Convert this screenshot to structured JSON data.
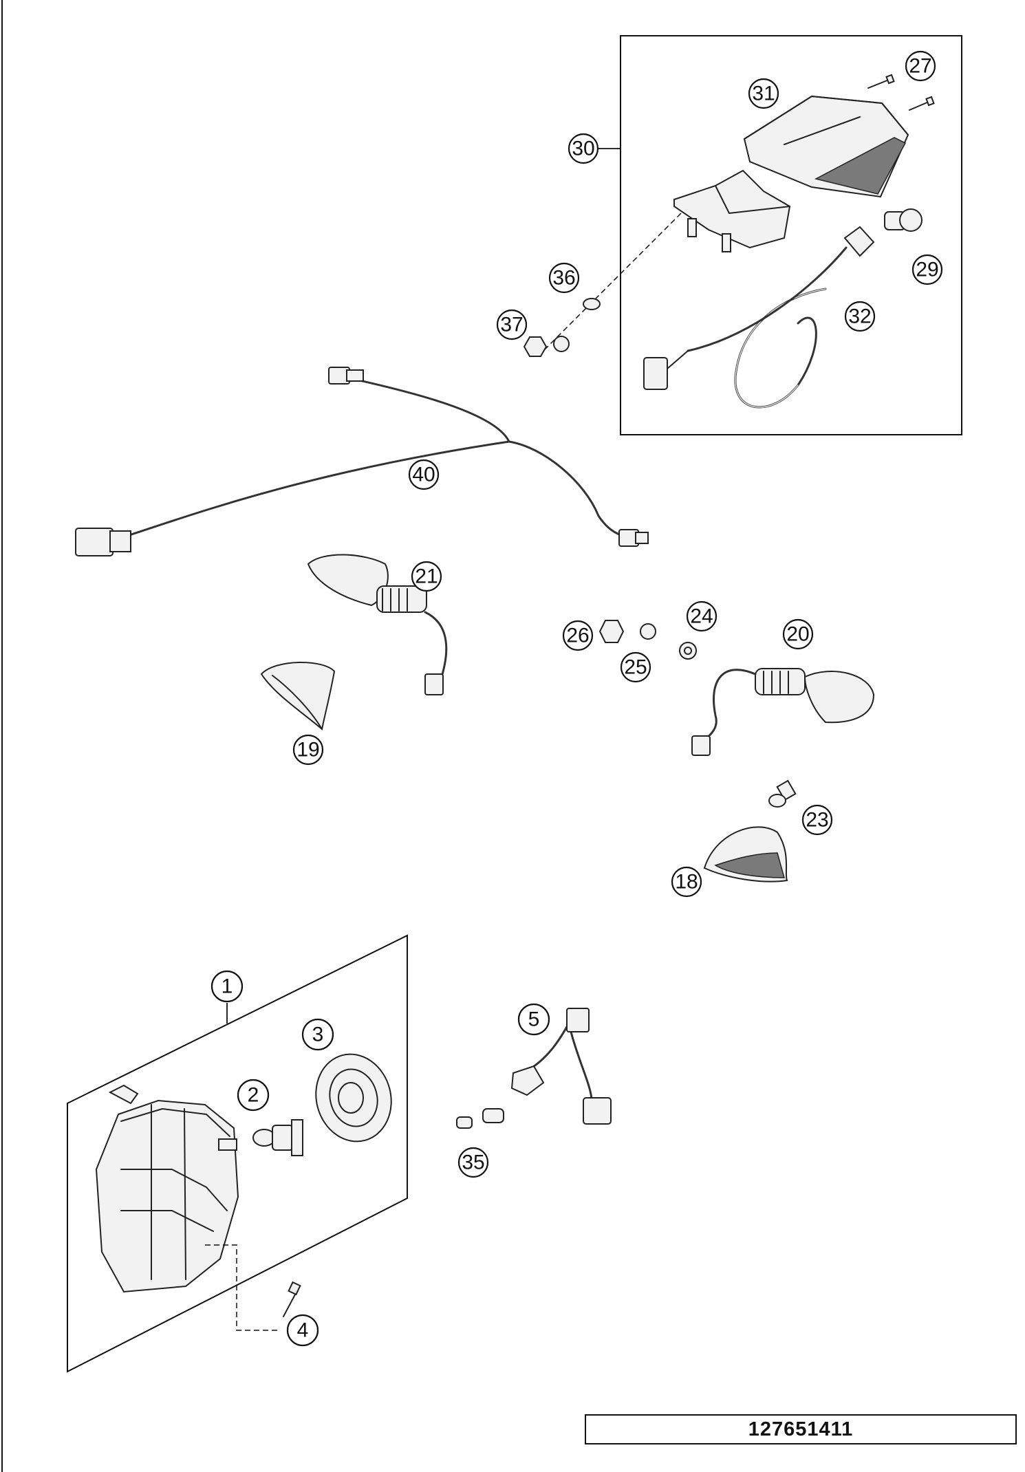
{
  "diagram": {
    "reference_number": "127651411",
    "callouts": [
      "27",
      "31",
      "30",
      "29",
      "36",
      "37",
      "32",
      "40",
      "21",
      "26",
      "24",
      "20",
      "25",
      "19",
      "23",
      "18",
      "1",
      "3",
      "5",
      "2",
      "35",
      "4"
    ]
  }
}
